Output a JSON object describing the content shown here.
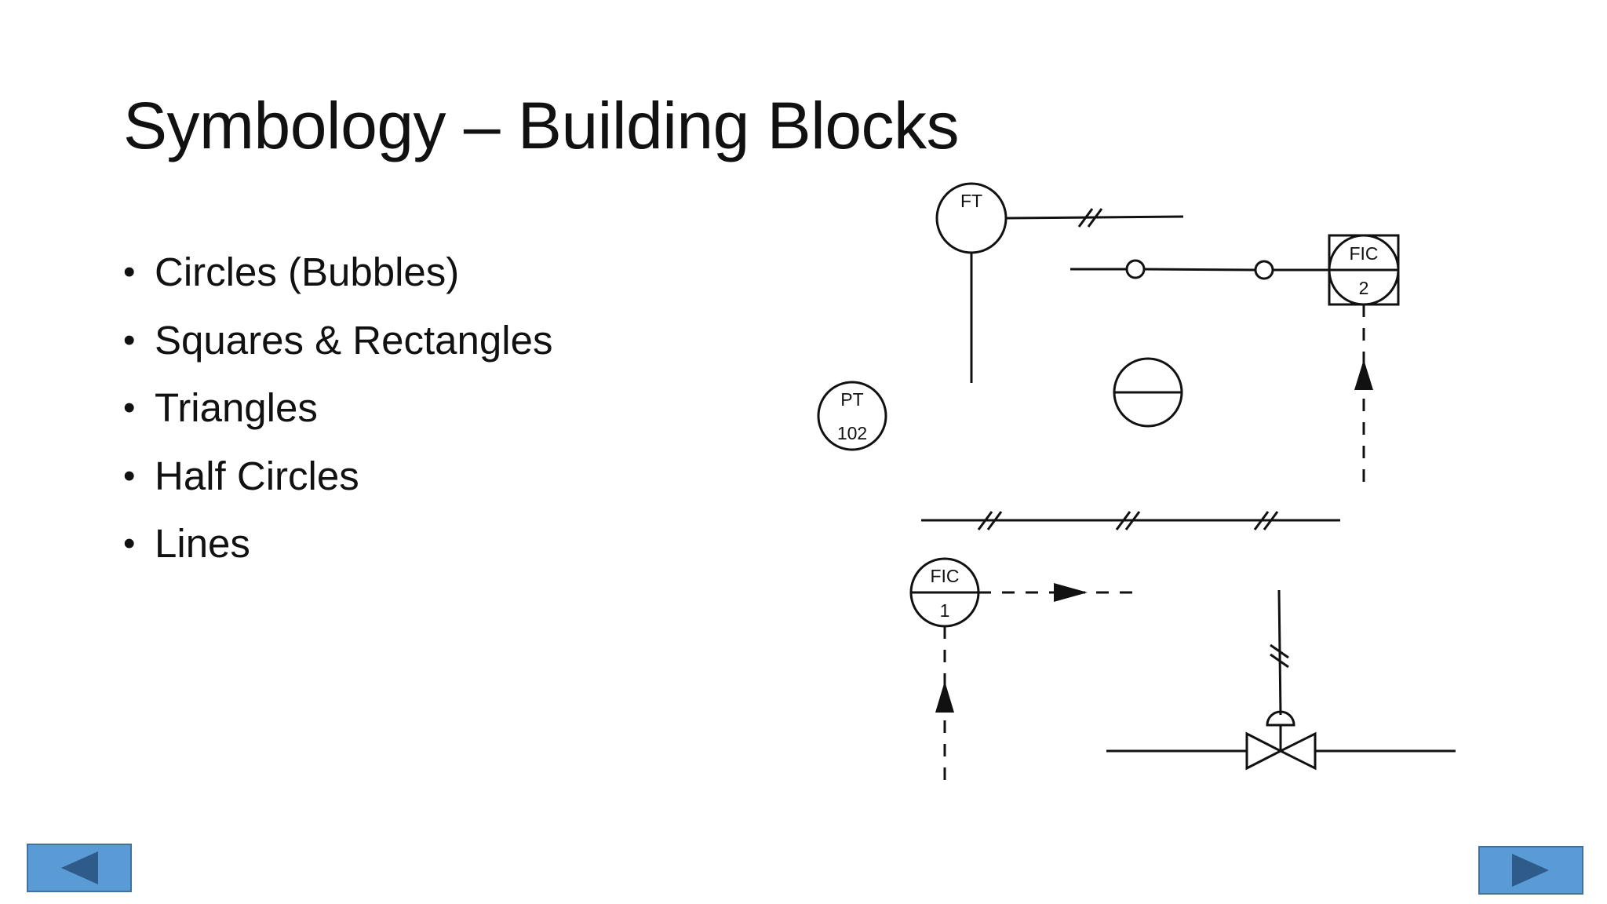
{
  "slide": {
    "title": "Symbology – Building Blocks",
    "bullets": [
      "Circles (Bubbles)",
      "Squares & Rectangles",
      "Triangles",
      "Half Circles",
      "Lines"
    ]
  },
  "diagram": {
    "instruments": {
      "ft": {
        "tag": "FT"
      },
      "fic_2": {
        "tag": "FIC",
        "number": "2"
      },
      "pt_102": {
        "tag": "PT",
        "number": "102"
      },
      "fic_1": {
        "tag": "FIC",
        "number": "1"
      }
    }
  },
  "navigation": {
    "prev_icon": "left-triangle-icon",
    "next_icon": "right-triangle-icon",
    "button_color": "#5b9bd5",
    "arrow_color": "#2e5b8a"
  }
}
